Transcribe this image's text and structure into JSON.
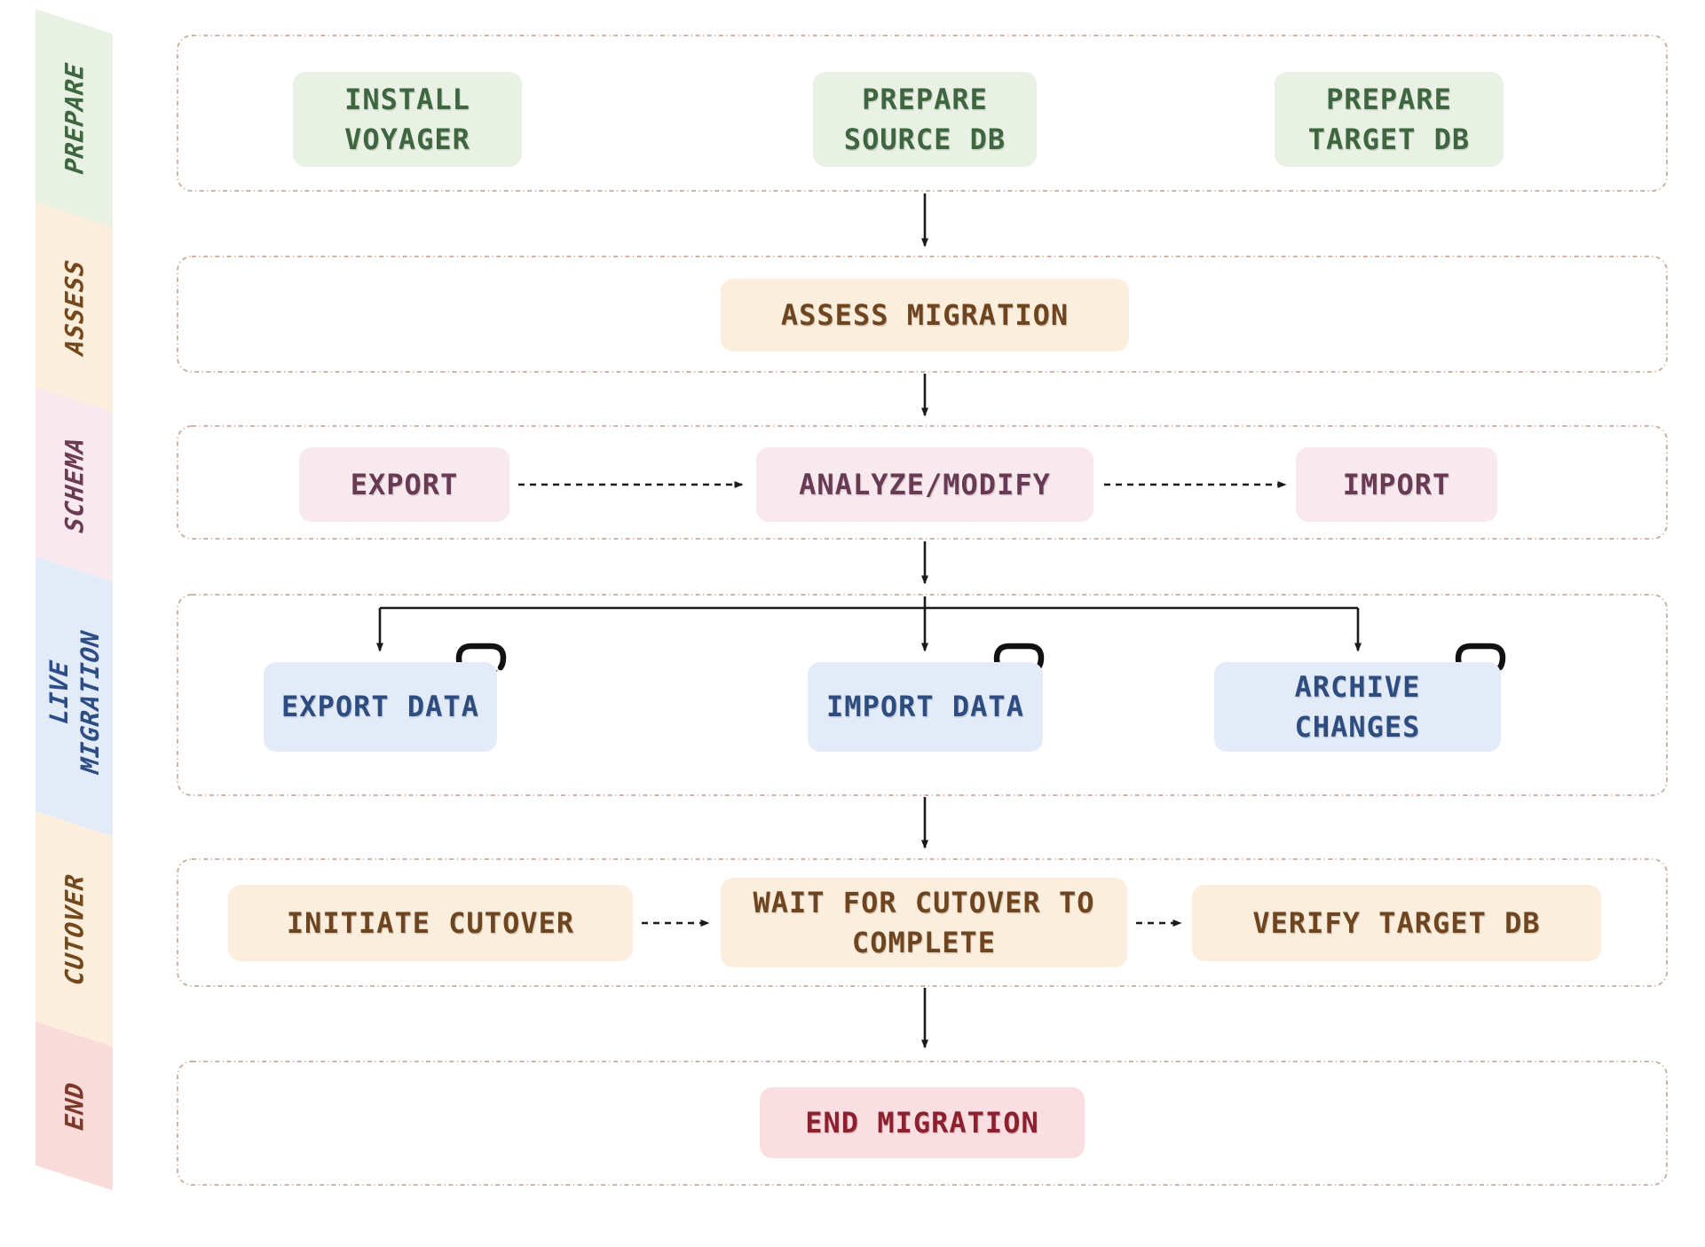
{
  "colors": {
    "background": "#ffffff",
    "container_border": "#c9ab9b",
    "arrow": "#1a1a1a",
    "themes": {
      "green": {
        "bg": "#e9f1e5",
        "fg": "#3e663f"
      },
      "cream": {
        "bg": "#fbeedd",
        "fg": "#6f4520"
      },
      "pink": {
        "bg": "#f7e9ee",
        "fg": "#693a53"
      },
      "blue": {
        "bg": "#e3ebf8",
        "fg": "#2d4d80"
      },
      "red": {
        "bg": "#fbdee1",
        "fg": "#8c202e"
      }
    }
  },
  "icons": {
    "loop": "clockwise-loop-arrow-icon"
  },
  "stages": [
    {
      "label": "PREPARE",
      "nodes": [
        {
          "label": "INSTALL\nVOYAGER"
        },
        {
          "label": "PREPARE\nSOURCE DB"
        },
        {
          "label": "PREPARE\nTARGET DB"
        }
      ]
    },
    {
      "label": "ASSESS",
      "nodes": [
        {
          "label": "ASSESS MIGRATION"
        }
      ]
    },
    {
      "label": "SCHEMA",
      "nodes": [
        {
          "label": "EXPORT"
        },
        {
          "label": "ANALYZE/MODIFY"
        },
        {
          "label": "IMPORT"
        }
      ]
    },
    {
      "label": "LIVE\nMIGRATION",
      "nodes": [
        {
          "label": "EXPORT DATA",
          "icon": "loop-arrow-icon"
        },
        {
          "label": "IMPORT DATA",
          "icon": "loop-arrow-icon"
        },
        {
          "label": "ARCHIVE\nCHANGES",
          "icon": "loop-arrow-icon"
        }
      ]
    },
    {
      "label": "CUTOVER",
      "nodes": [
        {
          "label": "INITIATE CUTOVER"
        },
        {
          "label": "WAIT FOR CUTOVER TO\nCOMPLETE"
        },
        {
          "label": "VERIFY TARGET DB"
        }
      ]
    },
    {
      "label": "END",
      "nodes": [
        {
          "label": "END MIGRATION"
        }
      ]
    }
  ]
}
